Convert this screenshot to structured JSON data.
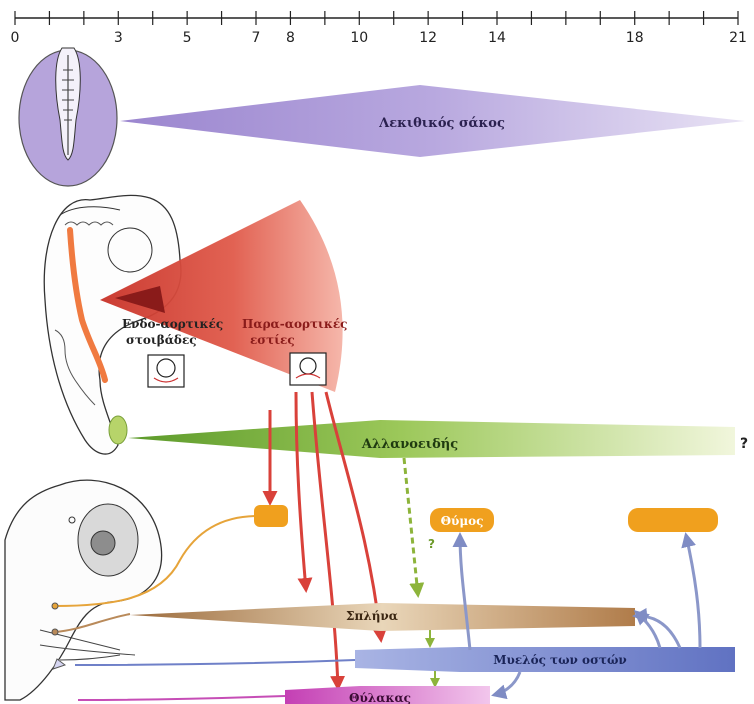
{
  "timeline": {
    "ticks": [
      "0",
      "3",
      "5",
      "7",
      "8",
      "10",
      "12",
      "14",
      "18",
      "21"
    ]
  },
  "regions": {
    "yolk_sac": "Λεκιθικός σάκος",
    "endo_aortic": [
      "Ενδο-αορτικές",
      "στοιβάδες"
    ],
    "para_aortic": [
      "Παρα-αορτικές",
      "εστίες"
    ],
    "allantois": "Αλλανοειδής",
    "allantois_q": "?",
    "dashed_q": "?",
    "thymus": "Θύμος",
    "spleen": "Σπλήνα",
    "bone_marrow": "Μυελός των οστών",
    "placenta": "Θύλακας"
  },
  "colors": {
    "yolk": "#b9a6dd",
    "red": "#d9413a",
    "allantois": "#8fbf3a",
    "thymus": "#f0a01e",
    "spleen": "#b98a5a",
    "marrow": "#6f80c8",
    "placenta": "#d45ac4",
    "blue_arrow": "#8b97c9",
    "dashed": "#8db43b"
  }
}
